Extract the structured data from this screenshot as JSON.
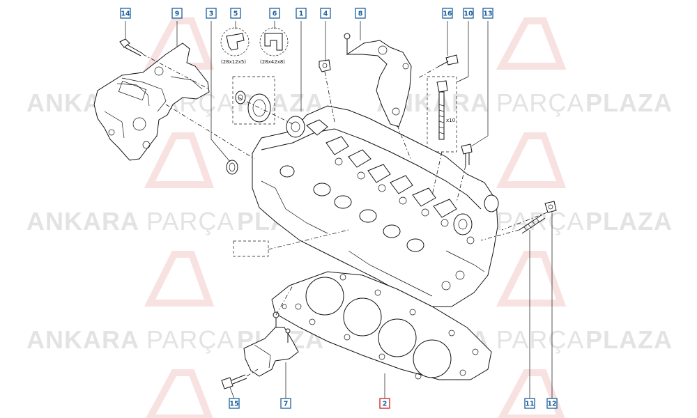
{
  "watermark": {
    "word1": "ANKARA",
    "word2": "PARÇA",
    "word3": "PLAZA",
    "logo_letters": "AP",
    "color": "#e3e3e3",
    "logo_color": "#f2c9c9"
  },
  "callouts": [
    {
      "id": "14",
      "highlighted": false
    },
    {
      "id": "9",
      "highlighted": false
    },
    {
      "id": "3",
      "highlighted": false
    },
    {
      "id": "5",
      "highlighted": false
    },
    {
      "id": "6",
      "highlighted": false
    },
    {
      "id": "1",
      "highlighted": false
    },
    {
      "id": "4",
      "highlighted": false
    },
    {
      "id": "8",
      "highlighted": false
    },
    {
      "id": "16",
      "highlighted": false
    },
    {
      "id": "10",
      "highlighted": false
    },
    {
      "id": "13",
      "highlighted": false
    },
    {
      "id": "15",
      "highlighted": false
    },
    {
      "id": "7",
      "highlighted": false
    },
    {
      "id": "2",
      "highlighted": true
    },
    {
      "id": "11",
      "highlighted": false
    },
    {
      "id": "12",
      "highlighted": false
    }
  ],
  "seal_labels": {
    "seal_5": "(28x12x5)",
    "seal_6": "(28x42x8)"
  },
  "bolt_quantity": "x10",
  "colors": {
    "callout_border": "#1d5f9a",
    "callout_text": "#1d5f9a",
    "highlight_border": "#d11a1a",
    "highlight_text": "#1d5f9a",
    "line": "#111111"
  }
}
